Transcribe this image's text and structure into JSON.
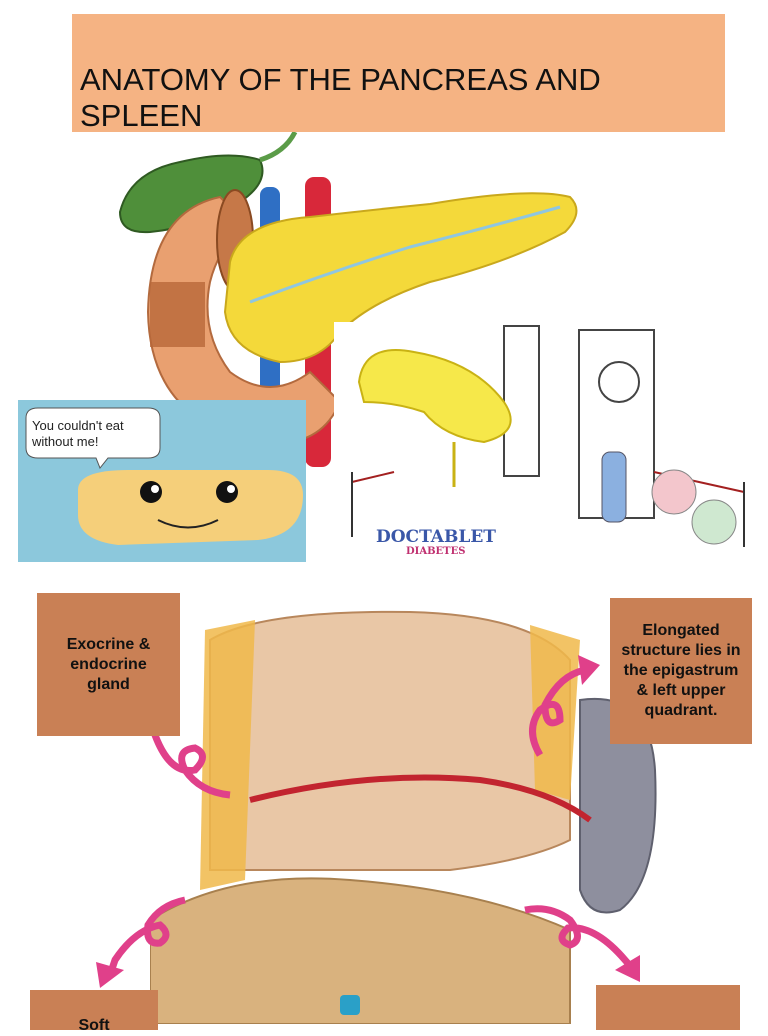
{
  "title": "ANATOMY OF THE PANCREAS AND SPLEEN",
  "cartoon_speech": {
    "line1": "You couldn't eat",
    "line2": "without me!"
  },
  "brand": {
    "name": "DOCTABLET",
    "sub": "DIABETES"
  },
  "callouts": {
    "exocrine": "Exocrine & endocrine gland",
    "location": "Elongated structure lies in the epigastrum & left upper quadrant.",
    "soft": "Soft"
  },
  "colors": {
    "title_bg": "#f5b383",
    "callout_bg": "#c98055",
    "pancreas": "#f4d93a",
    "arrow": "#e0408a",
    "cartoon_bg": "#8cc8dc"
  }
}
